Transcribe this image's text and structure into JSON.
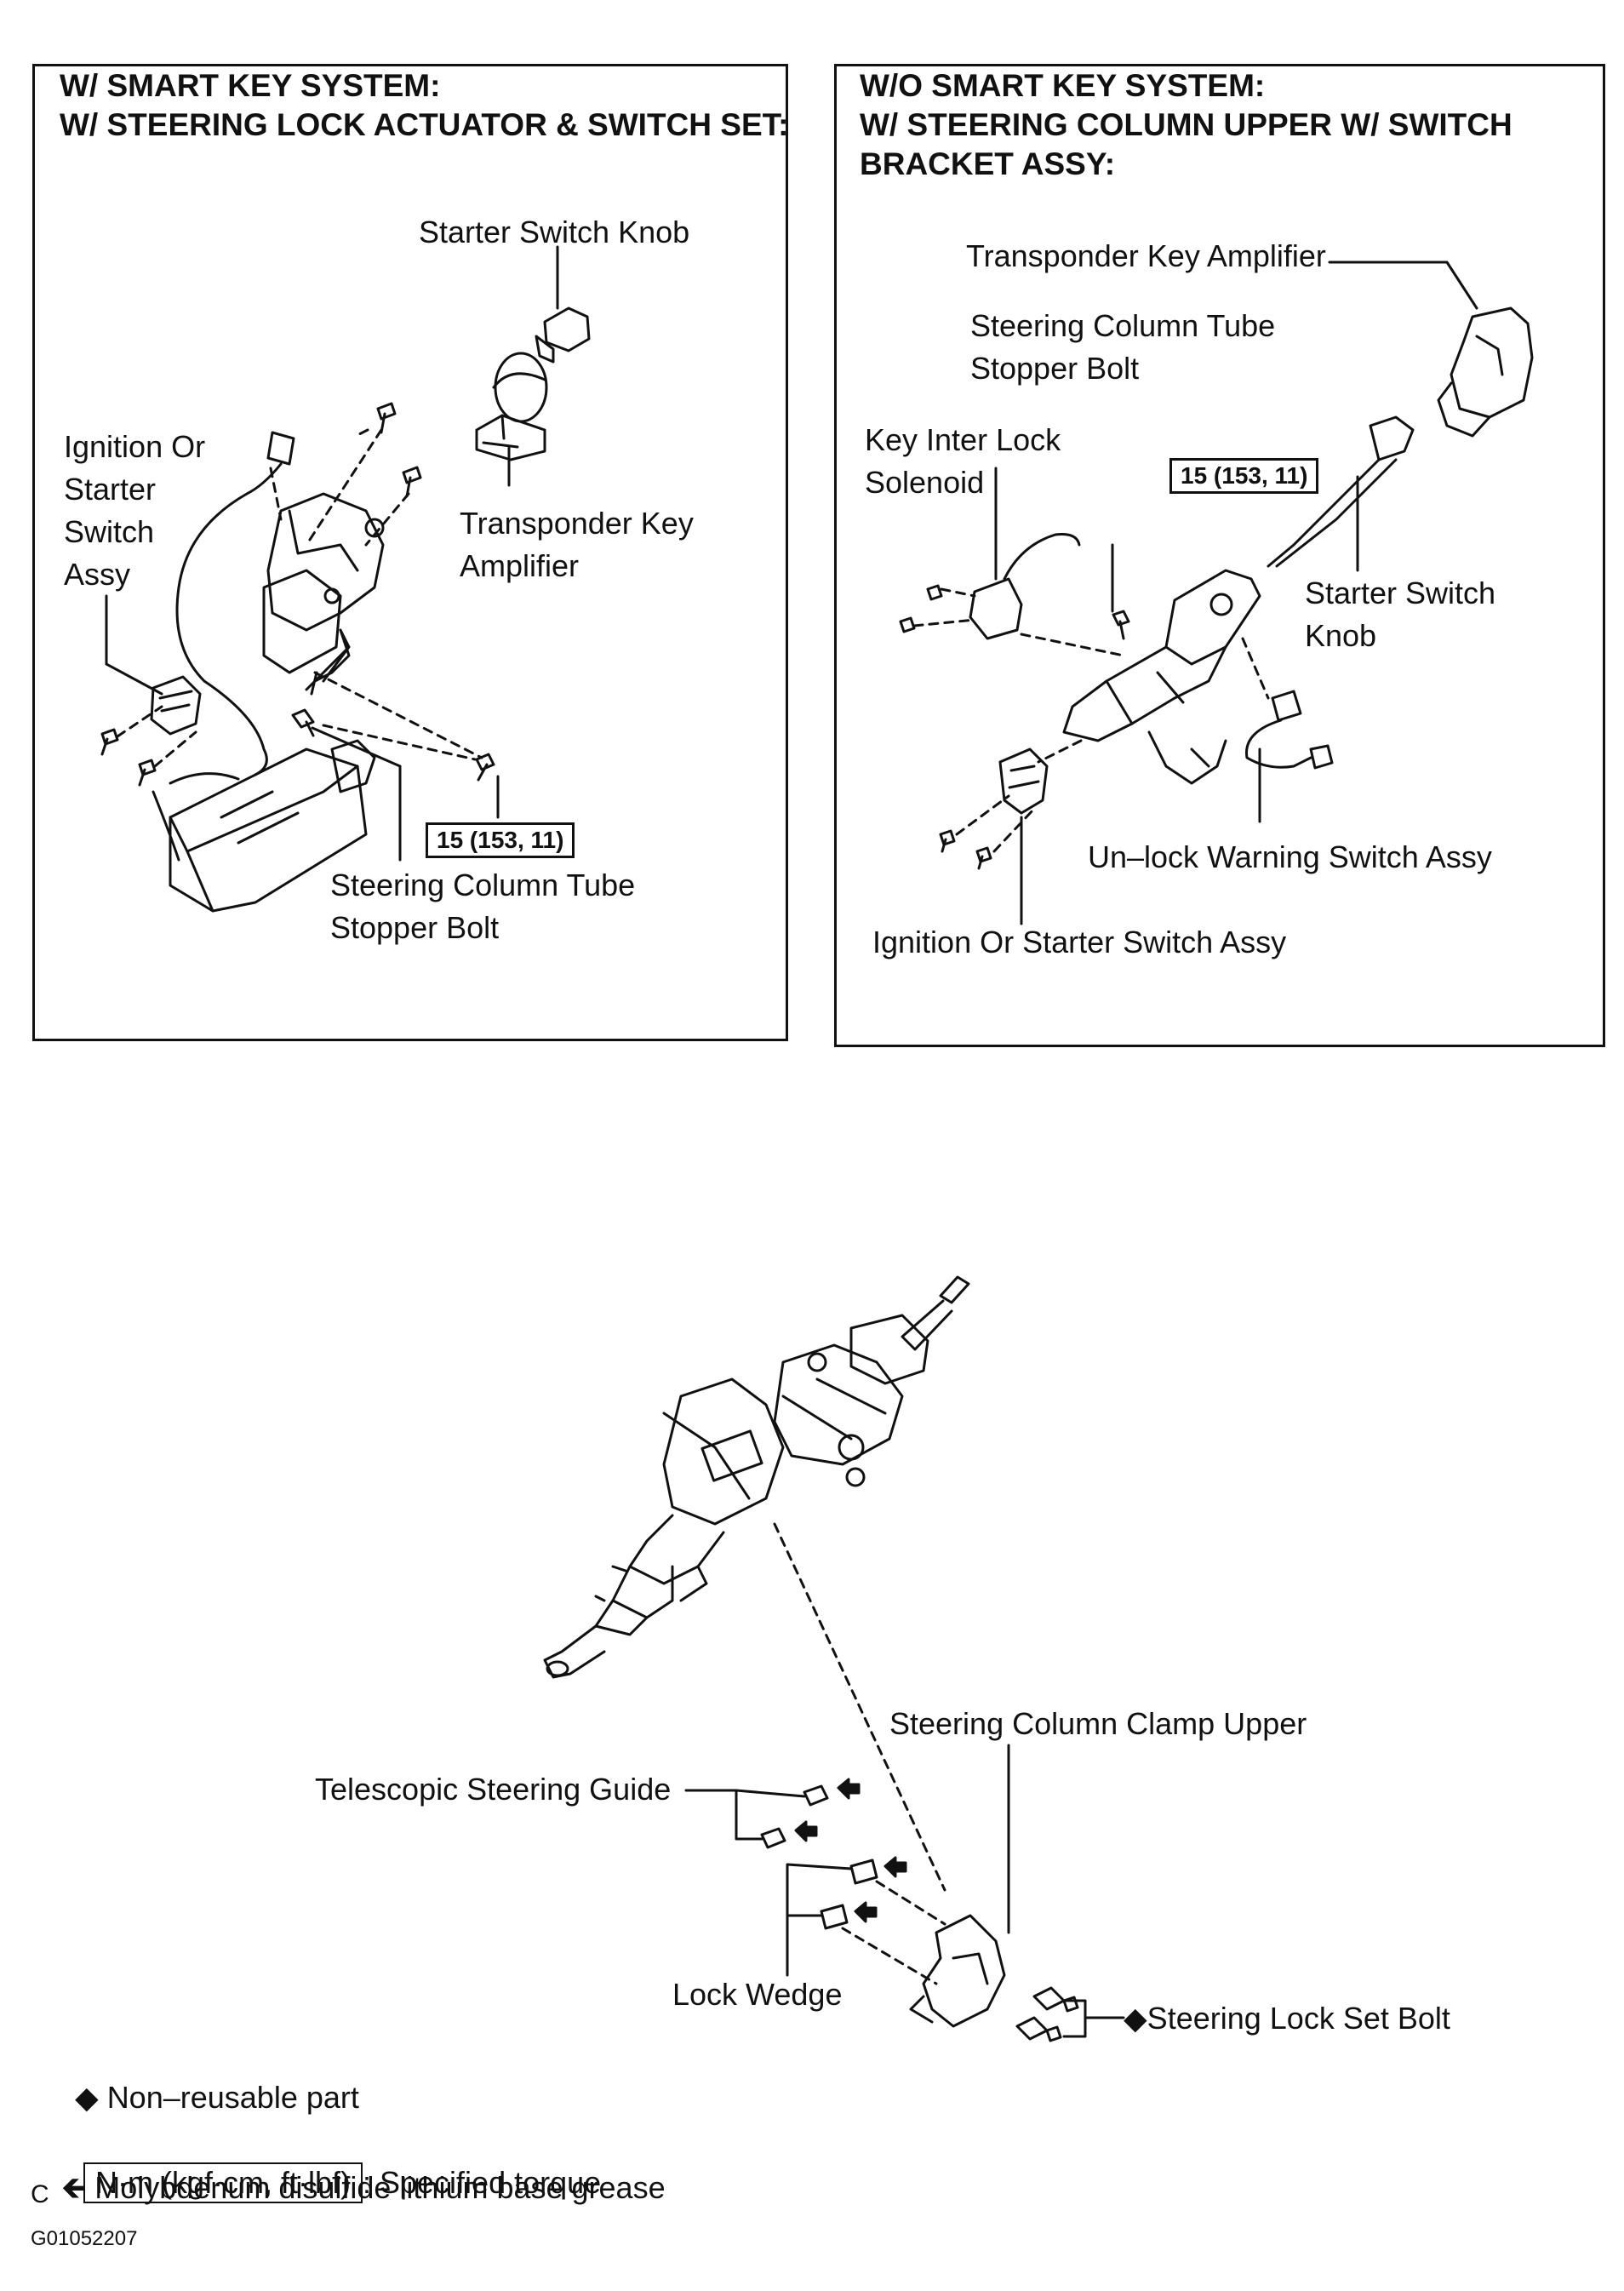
{
  "panel_left": {
    "heading_1": "W/ SMART KEY SYSTEM:",
    "heading_2": "W/ STEERING LOCK ACTUATOR & SWITCH SET:",
    "labels": {
      "starter_switch_knob": "Starter Switch Knob",
      "ignition_l1": "Ignition Or",
      "ignition_l2": "Starter",
      "ignition_l3": "Switch",
      "ignition_l4": "Assy",
      "transponder_l1": "Transponder Key",
      "transponder_l2": "Amplifier",
      "tube_bolt_l1": "Steering Column Tube",
      "tube_bolt_l2": "Stopper Bolt"
    },
    "torque": "15 (153, 11)"
  },
  "panel_right": {
    "heading_1": "W/O SMART KEY SYSTEM:",
    "heading_2": "W/ STEERING COLUMN UPPER W/ SWITCH",
    "heading_3": "BRACKET ASSY:",
    "labels": {
      "transponder": "Transponder Key Amplifier",
      "tube_bolt_l1": "Steering Column Tube",
      "tube_bolt_l2": "Stopper Bolt",
      "key_interlock_l1": "Key Inter Lock",
      "key_interlock_l2": "Solenoid",
      "starter_knob_l1": "Starter Switch",
      "starter_knob_l2": "Knob",
      "unlock_warning": "Un–lock Warning Switch Assy",
      "ignition": "Ignition Or Starter Switch Assy"
    },
    "torque": "15 (153, 11)"
  },
  "lower": {
    "labels": {
      "clamp_upper": "Steering Column Clamp Upper",
      "telescopic_guide": "Telescopic Steering Guide",
      "lock_wedge": "Lock Wedge",
      "lock_set_bolt": "◆Steering Lock Set Bolt"
    }
  },
  "legend": {
    "nonreusable": "◆ Non–reusable part",
    "torque_box": "N·m (kgf·cm, ft·lbf)",
    "torque_text": ": Specified torque",
    "grease_prefix": "C",
    "grease_text": "🡸 Molybdenum disulfide lithium base grease"
  },
  "figure_code": "G01052207"
}
